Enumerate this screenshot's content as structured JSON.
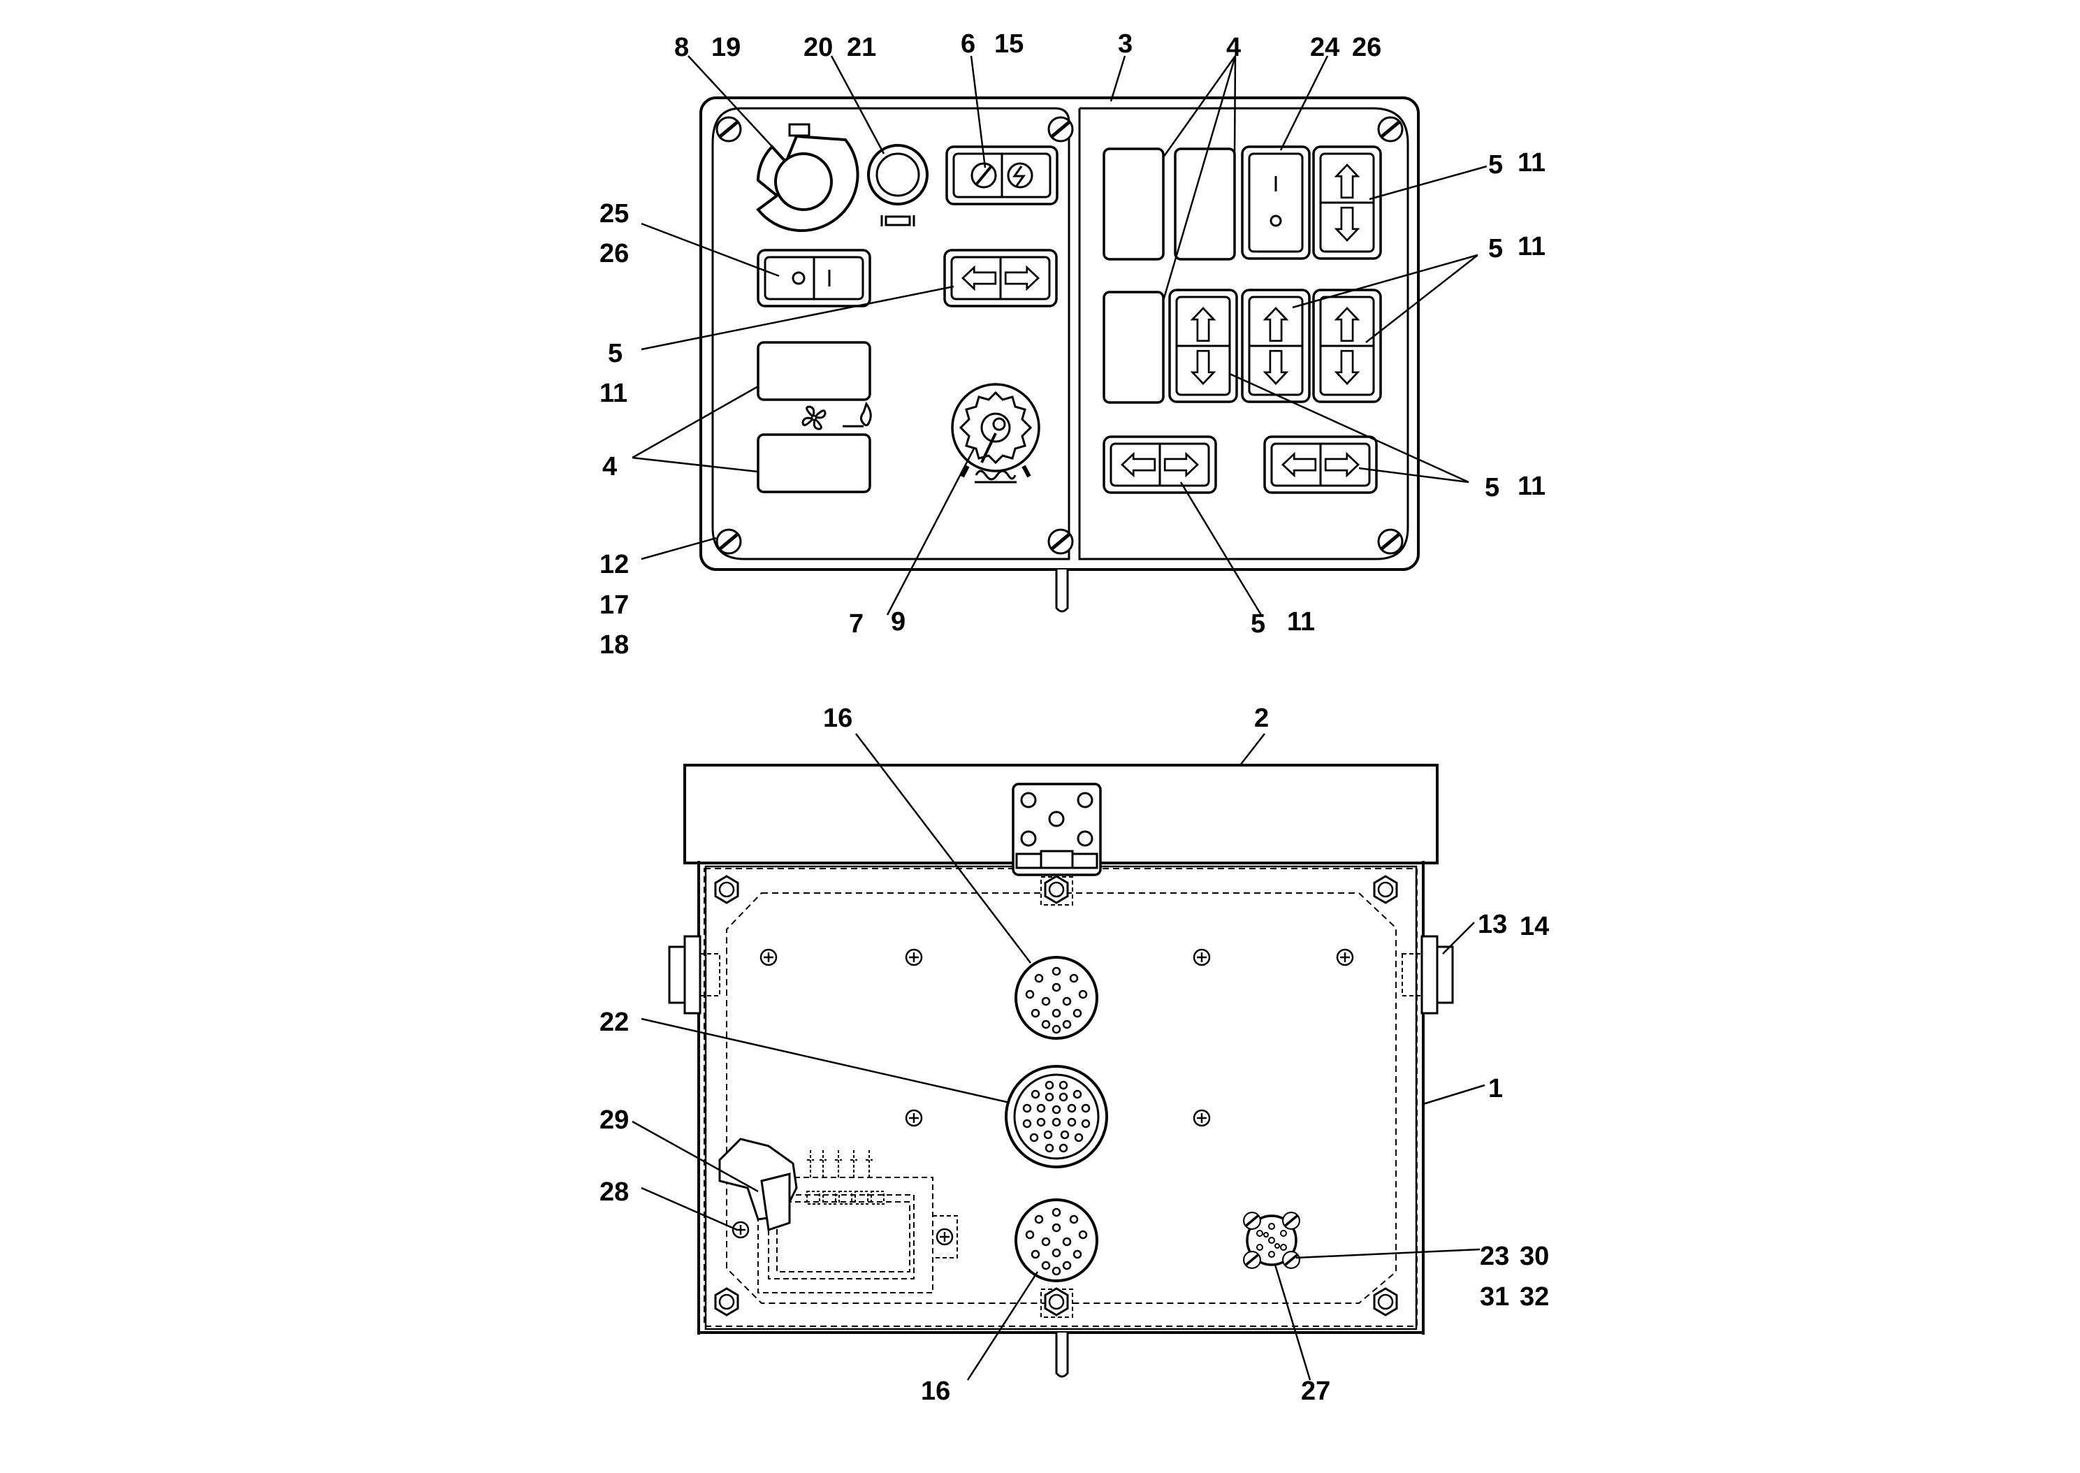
{
  "callouts_front": {
    "c8": "8",
    "c19": "19",
    "c20": "20",
    "c21": "21",
    "c6": "6",
    "c15": "15",
    "c3": "3",
    "c4_top": "4",
    "c24": "24",
    "c26_top": "26",
    "c5_r1": "5",
    "c11_r1": "11",
    "c5_r2": "5",
    "c11_r2": "11",
    "c25": "25",
    "c26_left": "26",
    "c5_left": "5",
    "c11_left": "11",
    "c4_left": "4",
    "c12": "12",
    "c17": "17",
    "c18": "18",
    "c7": "7",
    "c9": "9",
    "c5_bot": "5",
    "c11_bot": "11",
    "c5_r3": "5",
    "c11_r3": "11"
  },
  "callouts_back": {
    "c16_top": "16",
    "c2": "2",
    "c13": "13",
    "c14": "14",
    "c22": "22",
    "c1": "1",
    "c29": "29",
    "c28": "28",
    "c23": "23",
    "c30": "30",
    "c31": "31",
    "c32": "32",
    "c16_bot": "16",
    "c27": "27"
  },
  "switch_symbols": {
    "on": "I",
    "off": "O"
  }
}
